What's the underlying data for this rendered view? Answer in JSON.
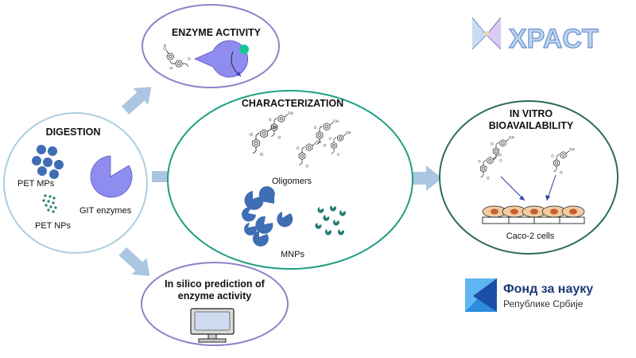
{
  "digestion": {
    "title": "DIGESTION",
    "pet_mps": "PET MPs",
    "pet_nps": "PET NPs",
    "git_enzymes": "GIT enzymes"
  },
  "enzyme_activity": {
    "title": "ENZYME ACTIVITY"
  },
  "characterization": {
    "title": "CHARACTERIZATION",
    "oligomers": "Oligomers",
    "mnps": "MNPs"
  },
  "in_silico": {
    "title_line1": "In silico prediction of",
    "title_line2": "enzyme activity"
  },
  "in_vitro": {
    "title_line1": "IN VITRO",
    "title_line2": "BIOAVAILABILITY",
    "caco": "Caco-2 cells"
  },
  "logos": {
    "xpact": "XPACT",
    "fund_line1": "Фонд за науку",
    "fund_line2": "Републике Србије"
  },
  "colors": {
    "circle_blue": "#aecde0",
    "circle_purple": "#8c84c7",
    "circle_green": "#1f9f84",
    "circle_dark_green": "#2b6b5a",
    "arrow": "#aac6e0",
    "particle_blue": "#3f6eb4",
    "particle_teal": "#217c74",
    "enzyme_purple": "#8f8cf0",
    "teal_dot": "#19c494",
    "cell": "#f1cba3",
    "nucleus": "#c5602b"
  }
}
